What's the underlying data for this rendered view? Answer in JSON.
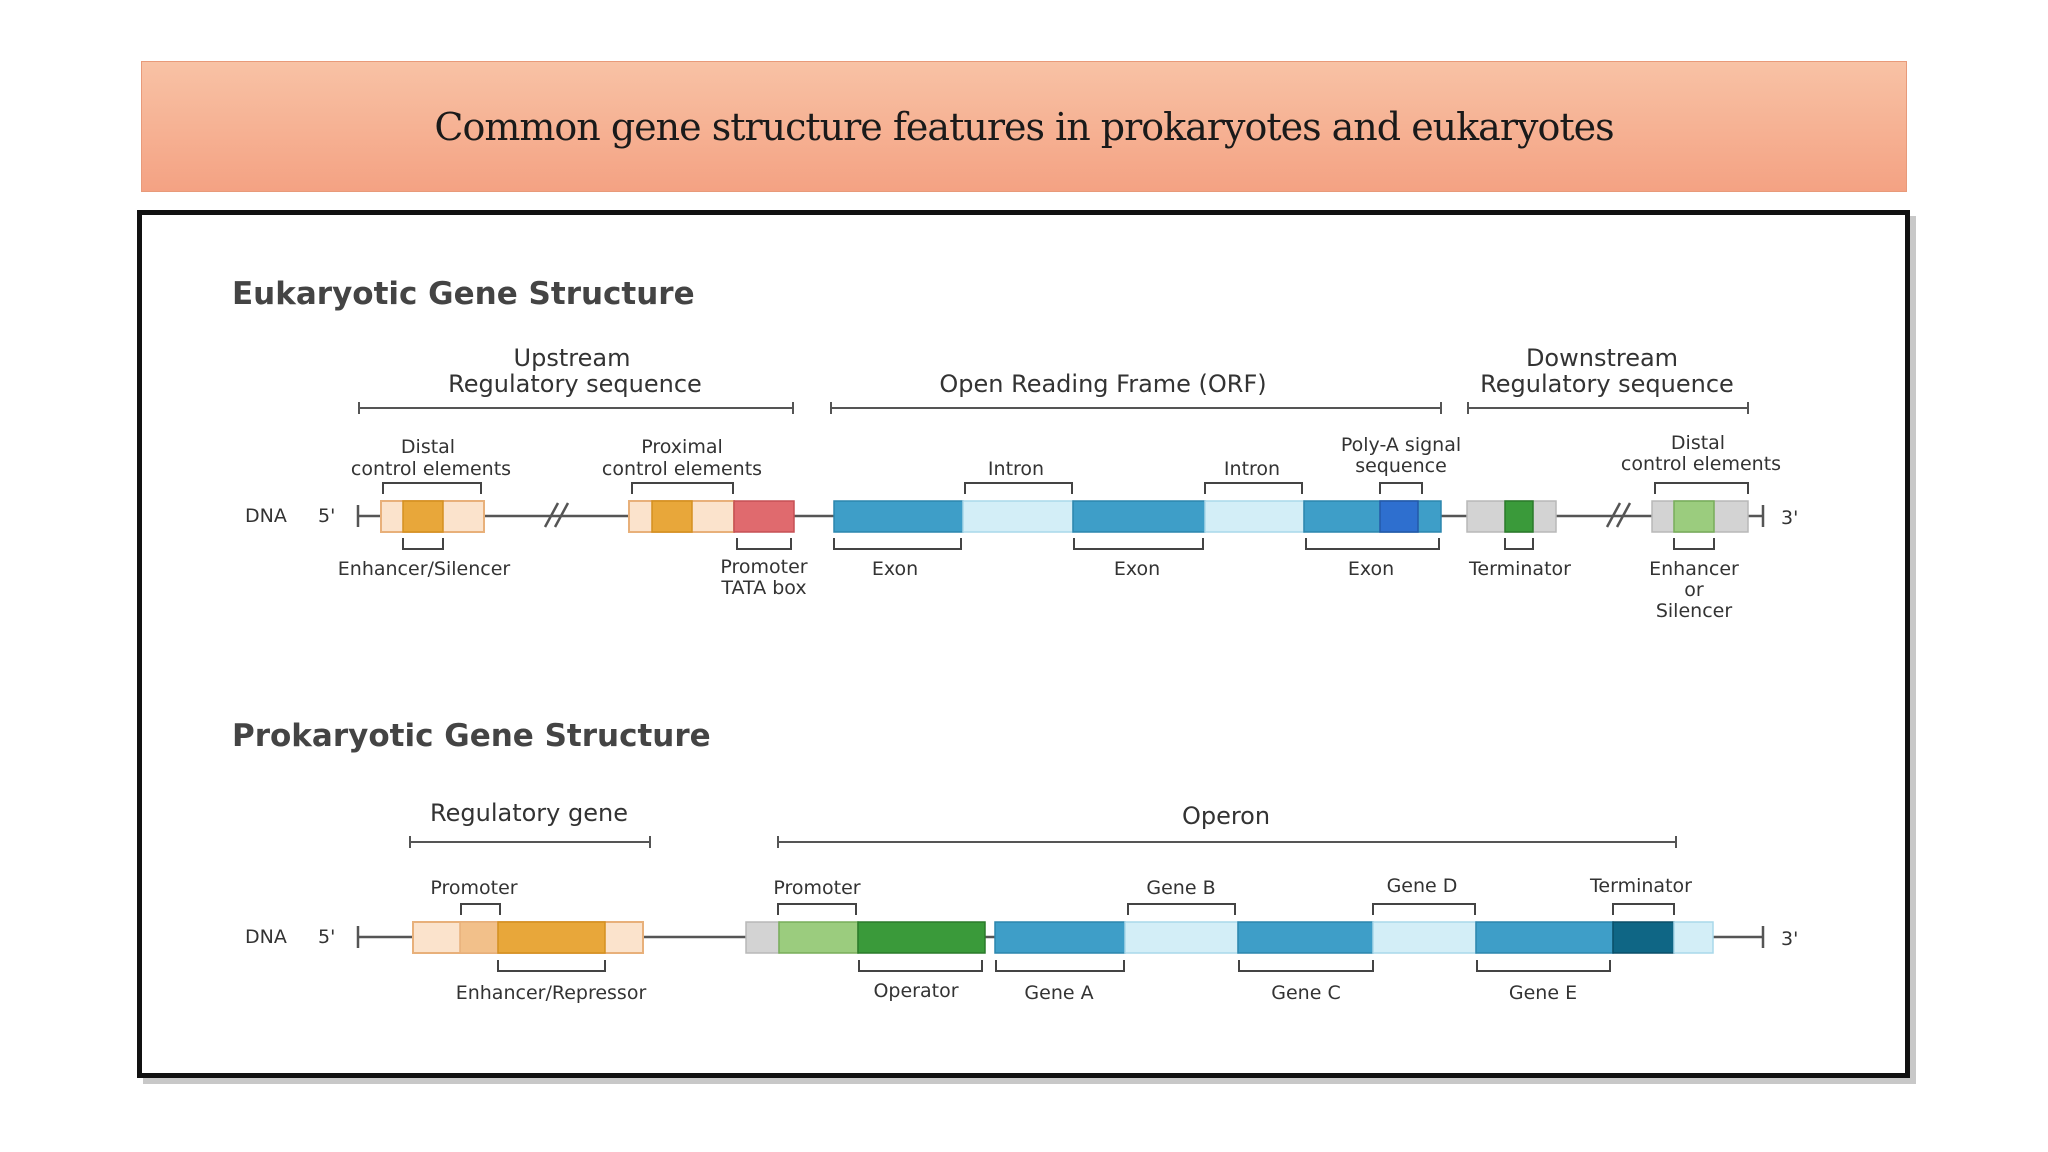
{
  "title": "Common gene structure features in prokaryotes and eukaryotes",
  "eukaryotic": {
    "heading": "Eukaryotic Gene Structure",
    "upstream_1": "Upstream",
    "upstream_2": "Regulatory sequence",
    "orf": "Open Reading Frame (ORF)",
    "downstream_1": "Downstream",
    "downstream_2": "Regulatory sequence",
    "distal_1": "Distal",
    "distal_2": "control elements",
    "proximal_1": "Proximal",
    "proximal_2": "control elements",
    "intron_1": "Intron",
    "intron_2": "Intron",
    "polya_1": "Poly-A signal",
    "polya_2": "sequence",
    "distal_right_1": "Distal",
    "distal_right_2": "control elements",
    "dna": "DNA",
    "five": "5'",
    "three": "3'",
    "enhancer_silencer": "Enhancer/Silencer",
    "promoter_1": "Promoter",
    "promoter_2": "TATA box",
    "exon_1": "Exon",
    "exon_2": "Exon",
    "exon_3": "Exon",
    "terminator": "Terminator",
    "enh_1": "Enhancer",
    "enh_2": "or",
    "enh_3": "Silencer"
  },
  "prokaryotic": {
    "heading": "Prokaryotic Gene Structure",
    "regulatory_gene": "Regulatory gene",
    "operon": "Operon",
    "promoter_left": "Promoter",
    "promoter_right": "Promoter",
    "gene_b": "Gene B",
    "gene_d": "Gene D",
    "terminator": "Terminator",
    "dna": "DNA",
    "five": "5'",
    "three": "3'",
    "enhancer_repressor": "Enhancer/Repressor",
    "operator": "Operator",
    "gene_a": "Gene A",
    "gene_c": "Gene C",
    "gene_e": "Gene E"
  },
  "colors": {
    "orange": "#e8a73a",
    "light_orange": "#fbe3cc",
    "pink": "#e06a6e",
    "blue": "#3e9ec8",
    "light_blue": "#d3eef7",
    "dark_blue": "#2e6fcf",
    "dark_teal": "#0f6685",
    "green": "#3a9a3a",
    "light_green": "#9bcc7e",
    "grey": "#d3d3d3"
  }
}
